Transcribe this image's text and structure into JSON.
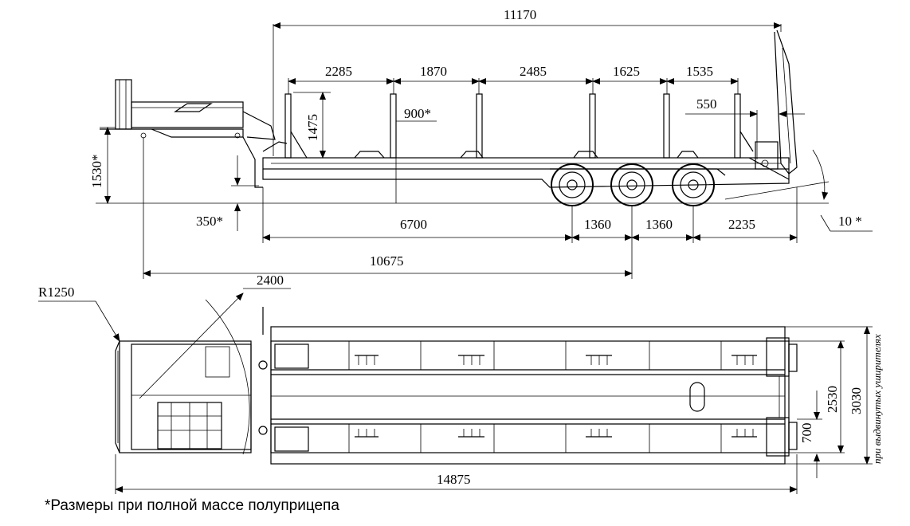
{
  "dimensions": {
    "overall_length": "11170",
    "stake_1": "2285",
    "stake_2": "1870",
    "stake_3": "2485",
    "stake_4": "1625",
    "stake_5": "1535",
    "rear_offset": "550",
    "stake_height": "1475",
    "deck_height": "900*",
    "gooseneck_height": "1530*",
    "coupling_height": "350*",
    "kingpin_to_axle": "6700",
    "axle_spacing_1": "1360",
    "axle_spacing_2": "1360",
    "rear_overhang": "2235",
    "kingpin_to_end": "10675",
    "departure_angle": "10 *",
    "front_radius": "R1250",
    "swing_radius": "2400",
    "total_length": "14875",
    "track_width": "2530",
    "extended_width": "3030",
    "ramp_width": "700",
    "extended_note": "при выдвинутых уширителях"
  },
  "footnote": "*Размеры при полной массе полуприцепа"
}
